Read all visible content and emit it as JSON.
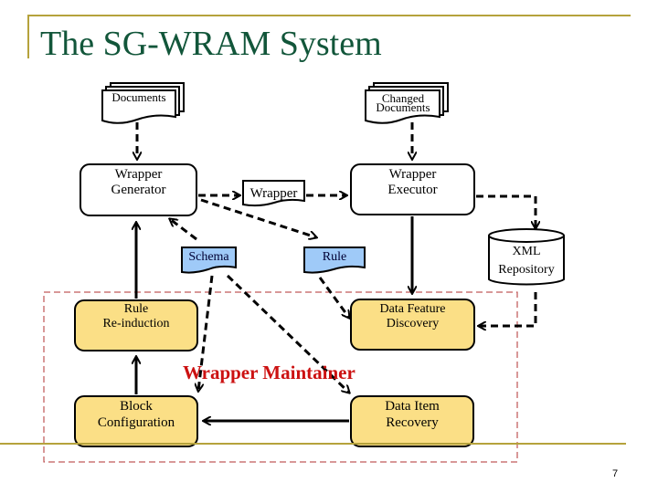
{
  "slide": {
    "title": "The SG-WRAM System",
    "page_number": "7"
  },
  "nodes": {
    "documents": "Documents",
    "changed_documents_line1": "Changed",
    "changed_documents_line2": "Documents",
    "wrapper_generator_line1": "Wrapper",
    "wrapper_generator_line2": "Generator",
    "wrapper": "Wrapper",
    "wrapper_executor_line1": "Wrapper",
    "wrapper_executor_line2": "Executor",
    "schema": "Schema",
    "rule": "Rule",
    "xml_repository_line1": "XML",
    "xml_repository_line2": "Repository",
    "rule_reinduction_line1": "Rule",
    "rule_reinduction_line2": "Re-induction",
    "data_feature_discovery_line1": "Data Feature",
    "data_feature_discovery_line2": "Discovery",
    "block_configuration_line1": "Block",
    "block_configuration_line2": "Configuration",
    "data_item_recovery_line1": "Data Item",
    "data_item_recovery_line2": "Recovery"
  },
  "group": {
    "label": "Wrapper Maintainer"
  },
  "colors": {
    "title": "#12563a",
    "rule_lines": "#b5a23c",
    "process_fill": "#fbdf86",
    "data_fill": "#9fcaf8",
    "maintainer_label": "#cc1111",
    "maintainer_border": "#b03030"
  }
}
